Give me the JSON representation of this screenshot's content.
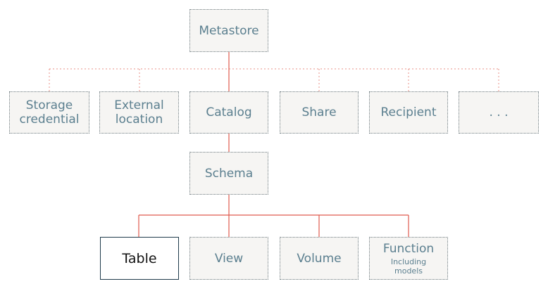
{
  "colors": {
    "solid_line": "#e05a4e",
    "dotted_line": "#e88f86",
    "node_text": "#5b7f8f",
    "node_fill": "#f6f5f3"
  },
  "root": {
    "label": "Metastore"
  },
  "first_level": [
    {
      "label_line1": "Storage",
      "label_line2": "credential"
    },
    {
      "label_line1": "External",
      "label_line2": "location"
    },
    {
      "label_line1": "Catalog",
      "label_line2": ""
    },
    {
      "label_line1": "Share",
      "label_line2": ""
    },
    {
      "label_line1": "Recipient",
      "label_line2": ""
    },
    {
      "label_line1": ". . .",
      "label_line2": ""
    }
  ],
  "schema": {
    "label": "Schema"
  },
  "leaves": [
    {
      "label": "Table",
      "sub_line1": "",
      "sub_line2": ""
    },
    {
      "label": "View",
      "sub_line1": "",
      "sub_line2": ""
    },
    {
      "label": "Volume",
      "sub_line1": "",
      "sub_line2": ""
    },
    {
      "label": "Function",
      "sub_line1": "Including",
      "sub_line2": "models"
    }
  ]
}
